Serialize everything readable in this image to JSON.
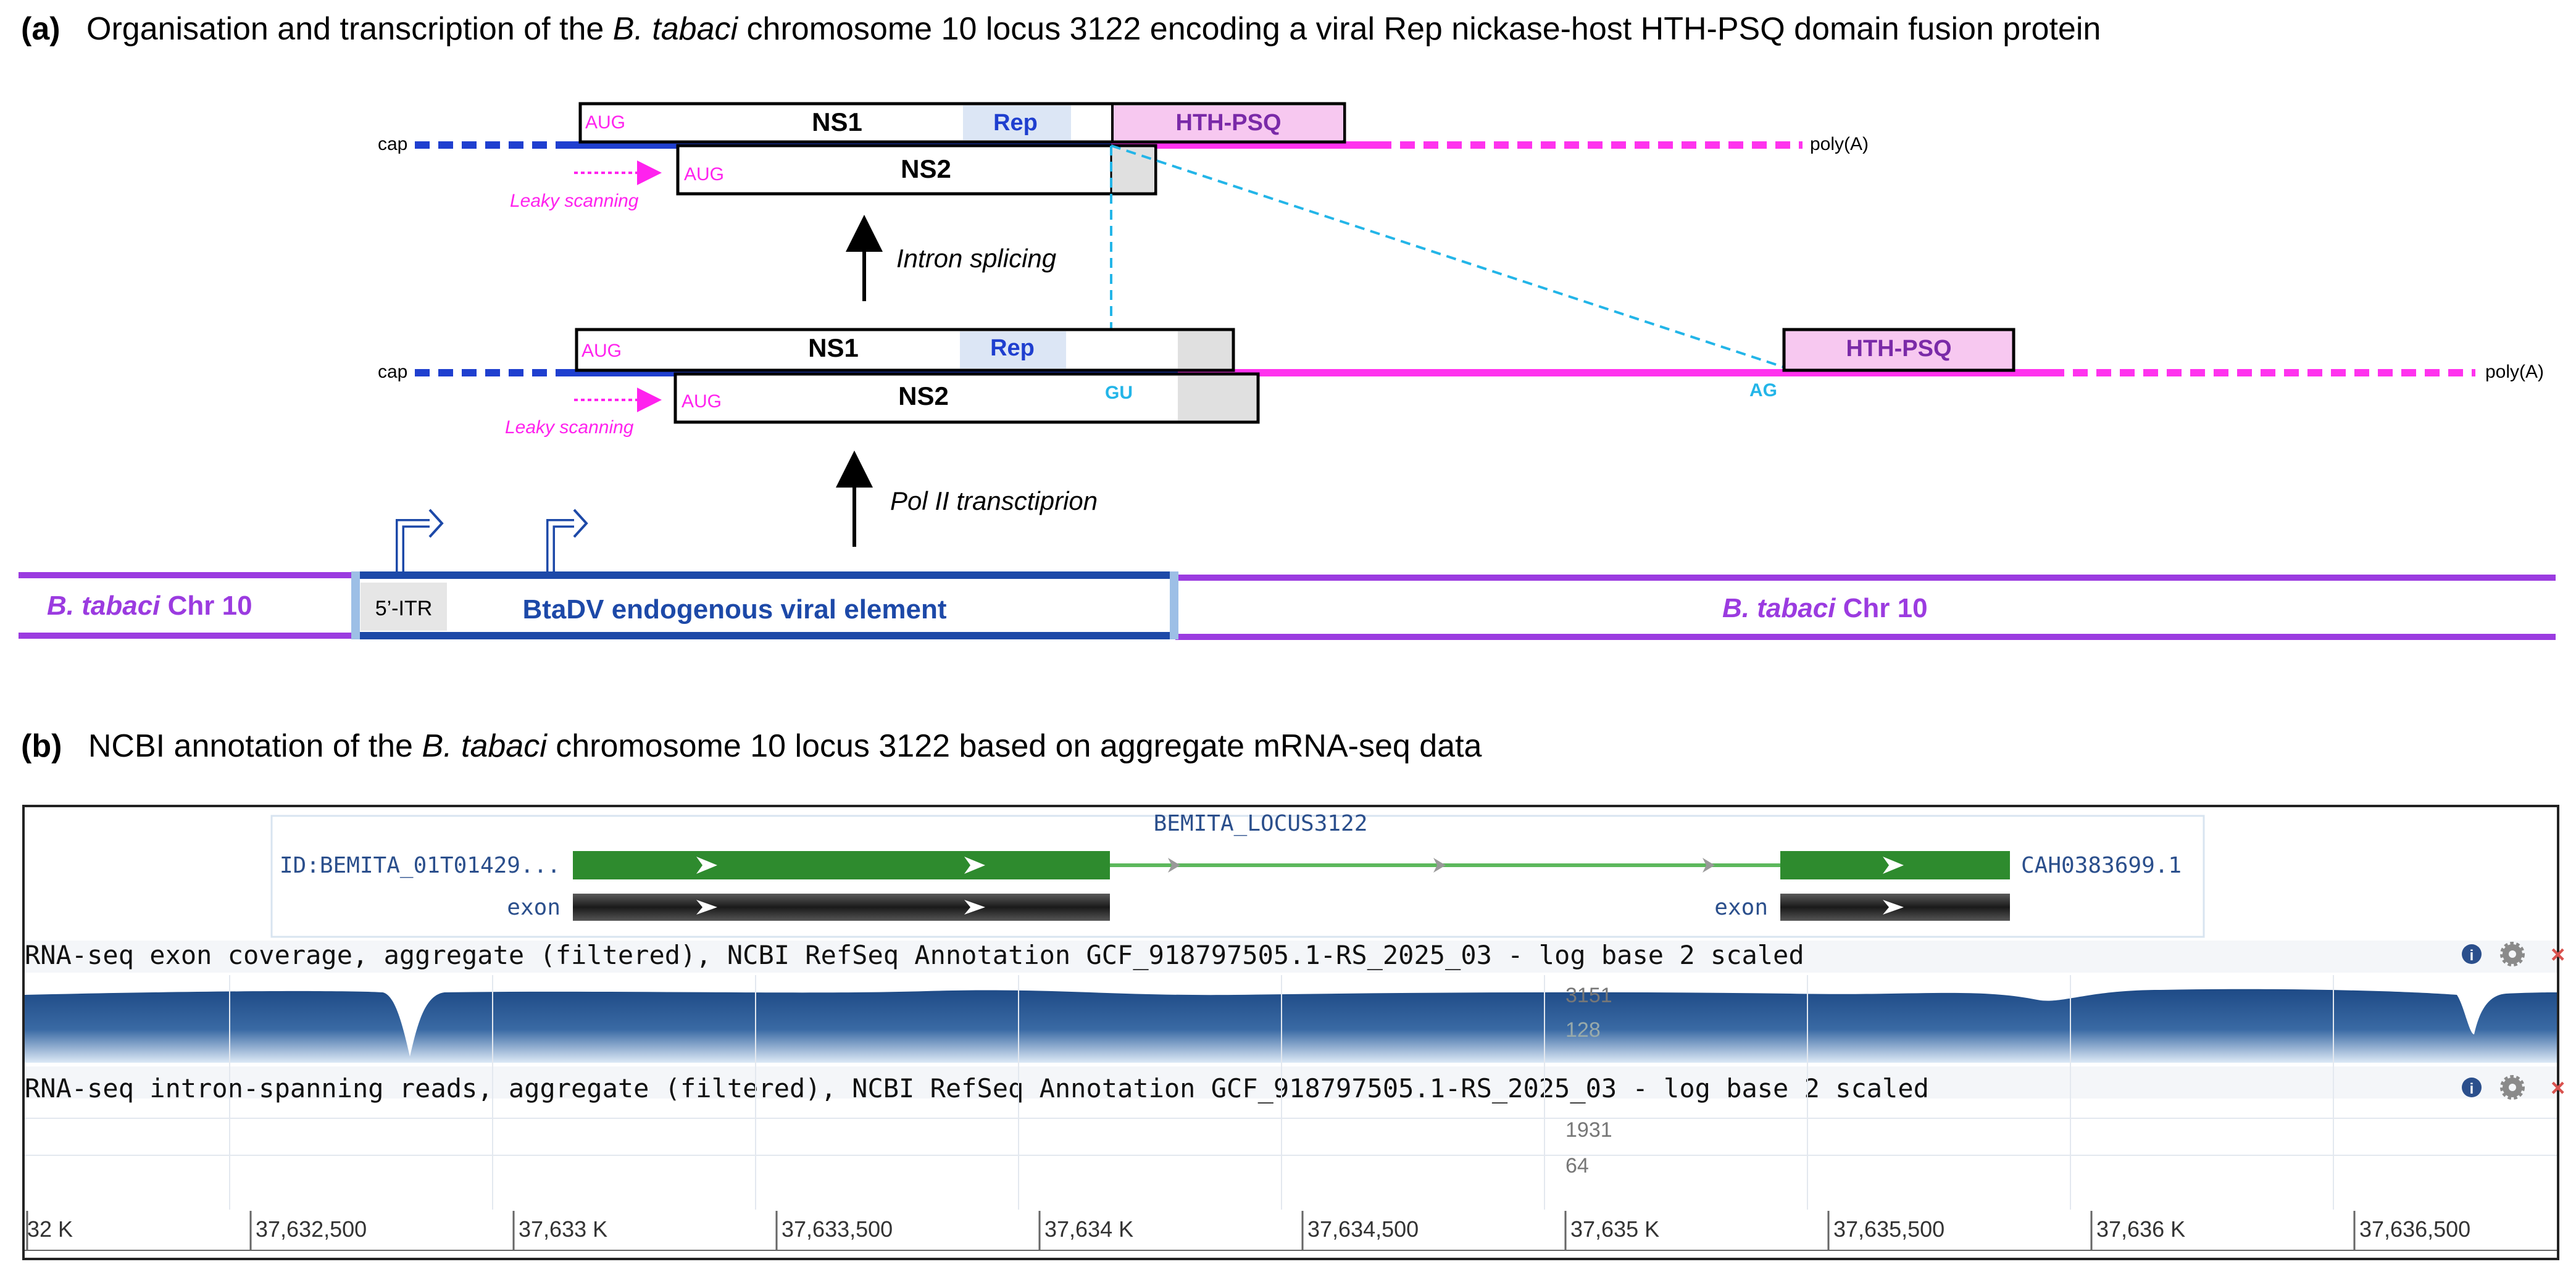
{
  "panel_a": {
    "letter": "(a)",
    "title_before": "Organisation and transcription of the ",
    "title_italic": "B. tabaci",
    "title_after": " chromosome 10 locus 3122 encoding a viral Rep nickase-host HTH-PSQ domain fusion protein",
    "mrna_spliced": {
      "cap": "cap",
      "polya": "poly(A)",
      "ns1": "NS1",
      "rep": "Rep",
      "hth": "HTH-PSQ",
      "ns2": "NS2",
      "aug1": "AUG",
      "aug2": "AUG",
      "leaky": "Leaky scanning"
    },
    "splicing_label": "Intron splicing",
    "pre_mrna": {
      "cap": "cap",
      "polya": "poly(A)",
      "ns1": "NS1",
      "rep": "Rep",
      "ns2": "NS2",
      "hth": "HTH-PSQ",
      "aug1": "AUG",
      "aug2": "AUG",
      "leaky": "Leaky scanning",
      "gu": "GU",
      "ag": "AG"
    },
    "transcription_label": "Pol II transctiprion",
    "genome": {
      "chr_italic": "B. tabaci",
      "chr_rest": " Chr 10",
      "itr": "5’-ITR",
      "eve": "BtaDV endogenous viral element"
    }
  },
  "panel_b": {
    "letter": "(b)",
    "title_before": "NCBI annotation of the ",
    "title_italic": "B. tabaci",
    "title_after": " chromosome 10 locus 3122 based on aggregate mRNA-seq data",
    "locus_label": "BEMITA_LOCUS3122",
    "transcript_id": "ID:BEMITA_01T01429...",
    "protein_id": "CAH0383699.1",
    "exon_label_left": "exon",
    "exon_label_right": "exon",
    "coverage_track_title": "RNA-seq exon coverage, aggregate (filtered), NCBI RefSeq Annotation GCF_918797505.1-RS_2025_03 - log base 2 scaled",
    "coverage_scale_top": "3151",
    "coverage_scale_bottom": "128",
    "intron_track_title": "RNA-seq intron-spanning reads, aggregate (filtered), NCBI RefSeq Annotation GCF_918797505.1-RS_2025_03 - log base 2 scaled",
    "intron_scale_top": "1931",
    "intron_scale_bottom": "64",
    "ruler_ticks": [
      "32 K",
      "37,632,500",
      "37,633 K",
      "37,633,500",
      "37,634 K",
      "37,634,500",
      "37,635 K",
      "37,635,500",
      "37,636 K",
      "37,636,500"
    ],
    "colors": {
      "exon_green": "#2e8b2e",
      "coverage_blue": "#1f4f8a",
      "ncbi_text": "#2b4f8c"
    }
  },
  "colors": {
    "blue": "#1f3fcf",
    "magenta": "#ff33ee",
    "purple": "#9b3be0",
    "rep_fill": "#dce6f5",
    "hth_fill": "#f7c8f0",
    "cyan": "#23b5e8"
  }
}
